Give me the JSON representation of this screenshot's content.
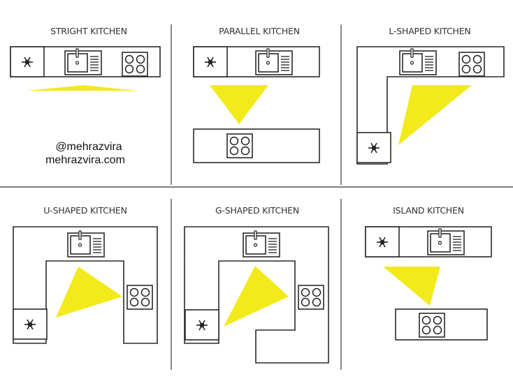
{
  "panels": [
    {
      "title": "STRIGHT KITCHEN"
    },
    {
      "title": "PARALLEL KITCHEN"
    },
    {
      "title": "L-SHAPED KITCHEN"
    },
    {
      "title": "U-SHAPED KITCHEN"
    },
    {
      "title": "G-SHAPED KITCHEN"
    },
    {
      "title": "ISLAND KITCHEN"
    }
  ],
  "watermark": {
    "handle": "@mehrazvira",
    "site": "mehrazvira.com"
  },
  "colors": {
    "work_triangle": "#f2ea1a",
    "lines": "#2a2a2a"
  },
  "icons": [
    "fridge-icon",
    "sink-icon",
    "hob-icon"
  ]
}
